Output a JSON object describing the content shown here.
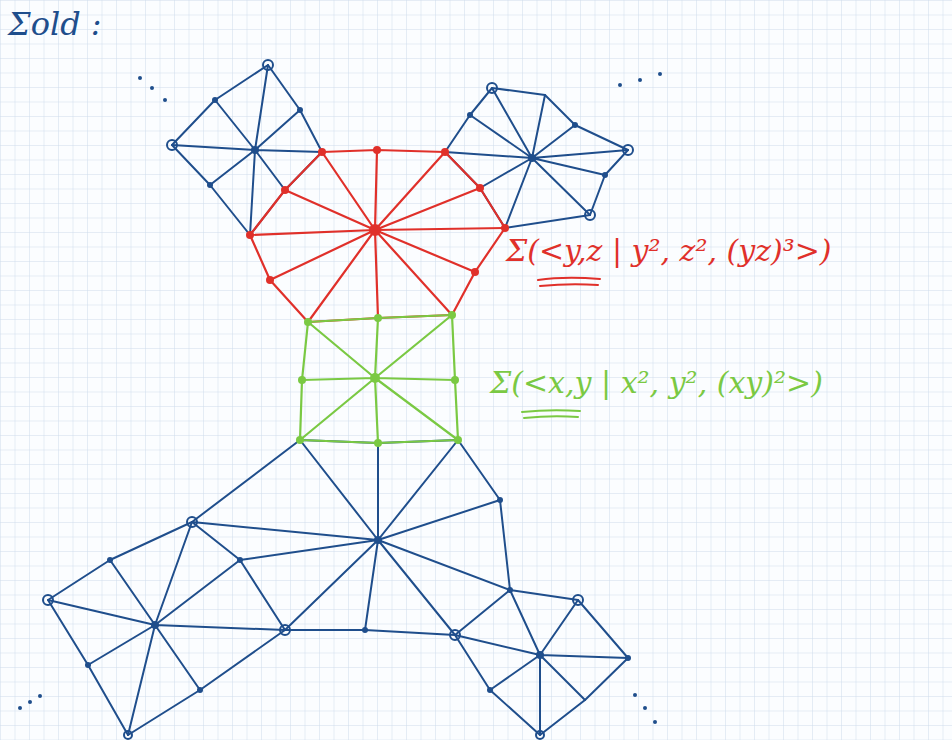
{
  "diagram": {
    "title": "Σold :",
    "labels": [
      "Σ(<y,z | y², z², (yz)³>)",
      "Σ(<x,y | x², y², (xy)²>)"
    ]
  }
}
